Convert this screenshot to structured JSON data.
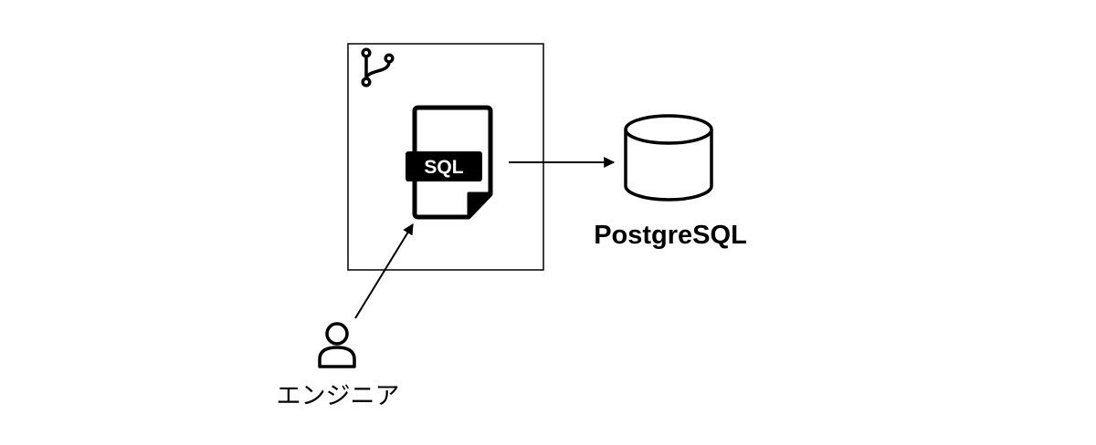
{
  "repository": {
    "icon": "git-branch-icon"
  },
  "sql_file": {
    "label": "SQL",
    "icon": "sql-file-icon"
  },
  "database": {
    "label": "PostgreSQL",
    "icon": "database-cylinder-icon"
  },
  "actor": {
    "label": "エンジニア",
    "icon": "user-icon"
  },
  "colors": {
    "stroke": "#000000",
    "background": "#ffffff"
  }
}
